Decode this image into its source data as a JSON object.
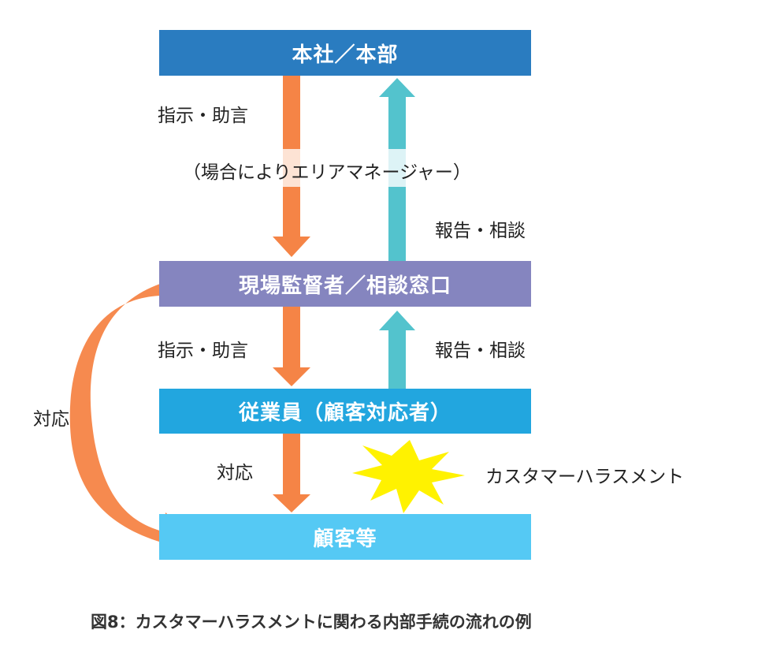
{
  "colors": {
    "hq": "#2a7cc0",
    "supervisor": "#8585bf",
    "employee": "#22a6df",
    "customer": "#55c9f4",
    "down_arrow": "#f58446",
    "up_arrow": "#53c3cd",
    "burst": "#fff200"
  },
  "nodes": {
    "hq": "本社／本部",
    "supervisor": "現場監督者／相談窓口",
    "employee": "従業員（顧客対応者）",
    "customer": "顧客等"
  },
  "labels": {
    "instruction_top": "指示・助言",
    "area_manager_note": "（場合によりエリアマネージャー）",
    "report_top": "報告・相談",
    "instruction_mid": "指示・助言",
    "report_mid": "報告・相談",
    "response_left": "対応",
    "response_mid": "対応",
    "harassment": "カスタマーハラスメント"
  },
  "caption": "図8：カスタマーハラスメントに関わる内部手続の流れの例"
}
